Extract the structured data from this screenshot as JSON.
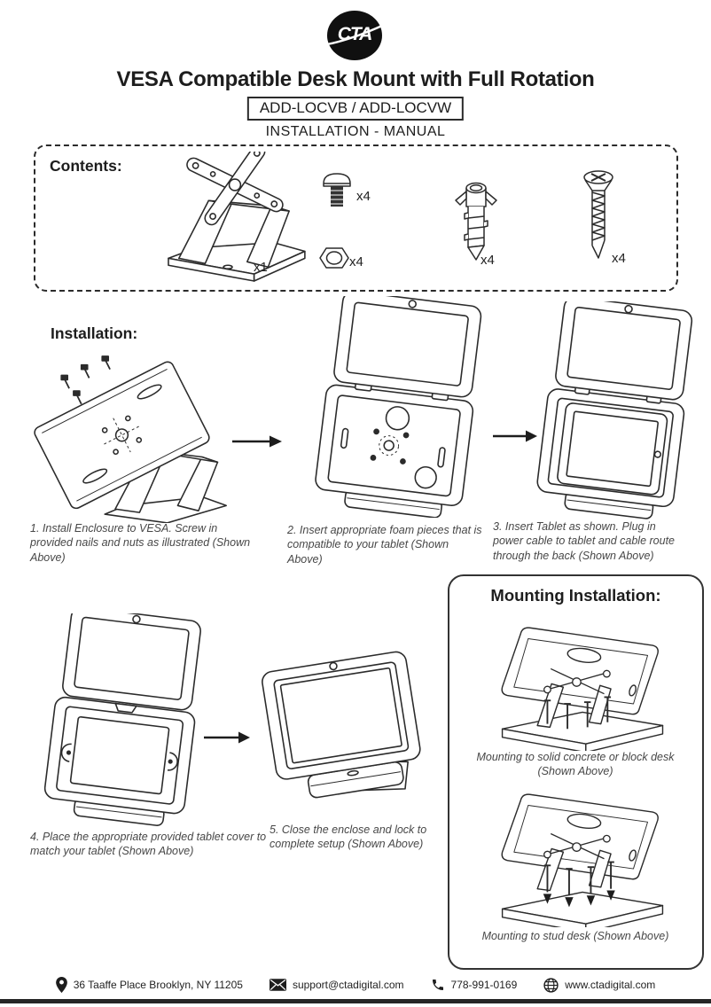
{
  "logo": {
    "text": "CTA"
  },
  "header": {
    "title": "VESA Compatible Desk Mount with Full Rotation",
    "model": "ADD-LOCVB / ADD-LOCVW",
    "subtitle": "INSTALLATION - MANUAL"
  },
  "contents": {
    "label": "Contents:",
    "items": [
      {
        "name": "desk-mount-stand",
        "qty": "x1"
      },
      {
        "name": "button-head-screw",
        "qty": "x4"
      },
      {
        "name": "hex-nut",
        "qty": "x4"
      },
      {
        "name": "wall-anchor",
        "qty": "x4"
      },
      {
        "name": "wood-screw",
        "qty": "x4"
      }
    ]
  },
  "installation": {
    "label": "Installation:",
    "steps": [
      {
        "caption": "1. Install Enclosure to VESA. Screw in provided nails and nuts as illustrated (Shown Above)"
      },
      {
        "caption": "2. Insert appropriate foam pieces that is compatible to your tablet (Shown Above)"
      },
      {
        "caption": "3. Insert Tablet as shown. Plug in power cable to tablet and cable route through the back (Shown Above)"
      },
      {
        "caption": "4. Place the appropriate provided tablet cover to match your tablet (Shown Above)"
      },
      {
        "caption": "5. Close the enclose and lock to complete setup (Shown Above)"
      }
    ]
  },
  "mounting": {
    "title": "Mounting Installation:",
    "captions": [
      "Mounting to solid concrete or block desk (Shown Above)",
      "Mounting to stud desk (Shown Above)"
    ]
  },
  "footer": {
    "address": "36 Taaffe Place Brooklyn, NY 11205",
    "email": "support@ctadigital.com",
    "phone": "778-991-0169",
    "website": "www.ctadigital.com"
  },
  "colors": {
    "ink": "#2b2b2b",
    "caption_gray": "#474747"
  }
}
